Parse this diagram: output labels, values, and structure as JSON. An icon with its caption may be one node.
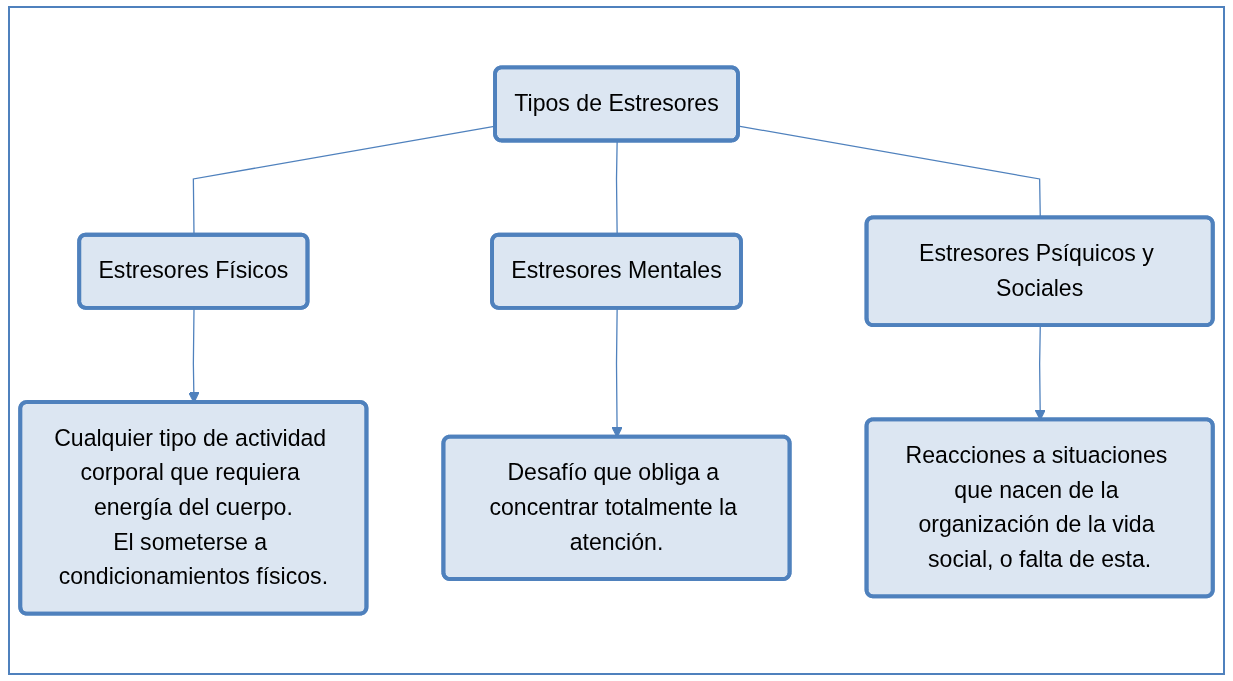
{
  "diagram": {
    "nodes": [
      {
        "text": [
          "Tipos de Estresores"
        ]
      },
      {
        "text": [
          "Estresores Físicos"
        ]
      },
      {
        "text": [
          "Estresores Mentales"
        ]
      },
      {
        "text": [
          "Estresores Psíquicos y Sociales"
        ]
      },
      {
        "text": [
          "Cualquier tipo de actividad corporal que requiera energía del cuerpo.",
          "El someterse a condicionamientos físicos."
        ]
      },
      {
        "text": [
          "Desafío que obliga a concentrar totalmente la atención."
        ]
      },
      {
        "text": [
          "Reacciones a situaciones que nacen de la organización de la vida social, o falta de esta."
        ]
      }
    ],
    "edges": [
      {
        "from": 0,
        "to": 1,
        "arrow": "none"
      },
      {
        "from": 0,
        "to": 2,
        "arrow": "none"
      },
      {
        "from": 0,
        "to": 3,
        "arrow": "none"
      },
      {
        "from": 1,
        "to": 4,
        "arrow": "to"
      },
      {
        "from": 2,
        "to": 5,
        "arrow": "to"
      },
      {
        "from": 3,
        "to": 6,
        "arrow": "to"
      }
    ]
  }
}
